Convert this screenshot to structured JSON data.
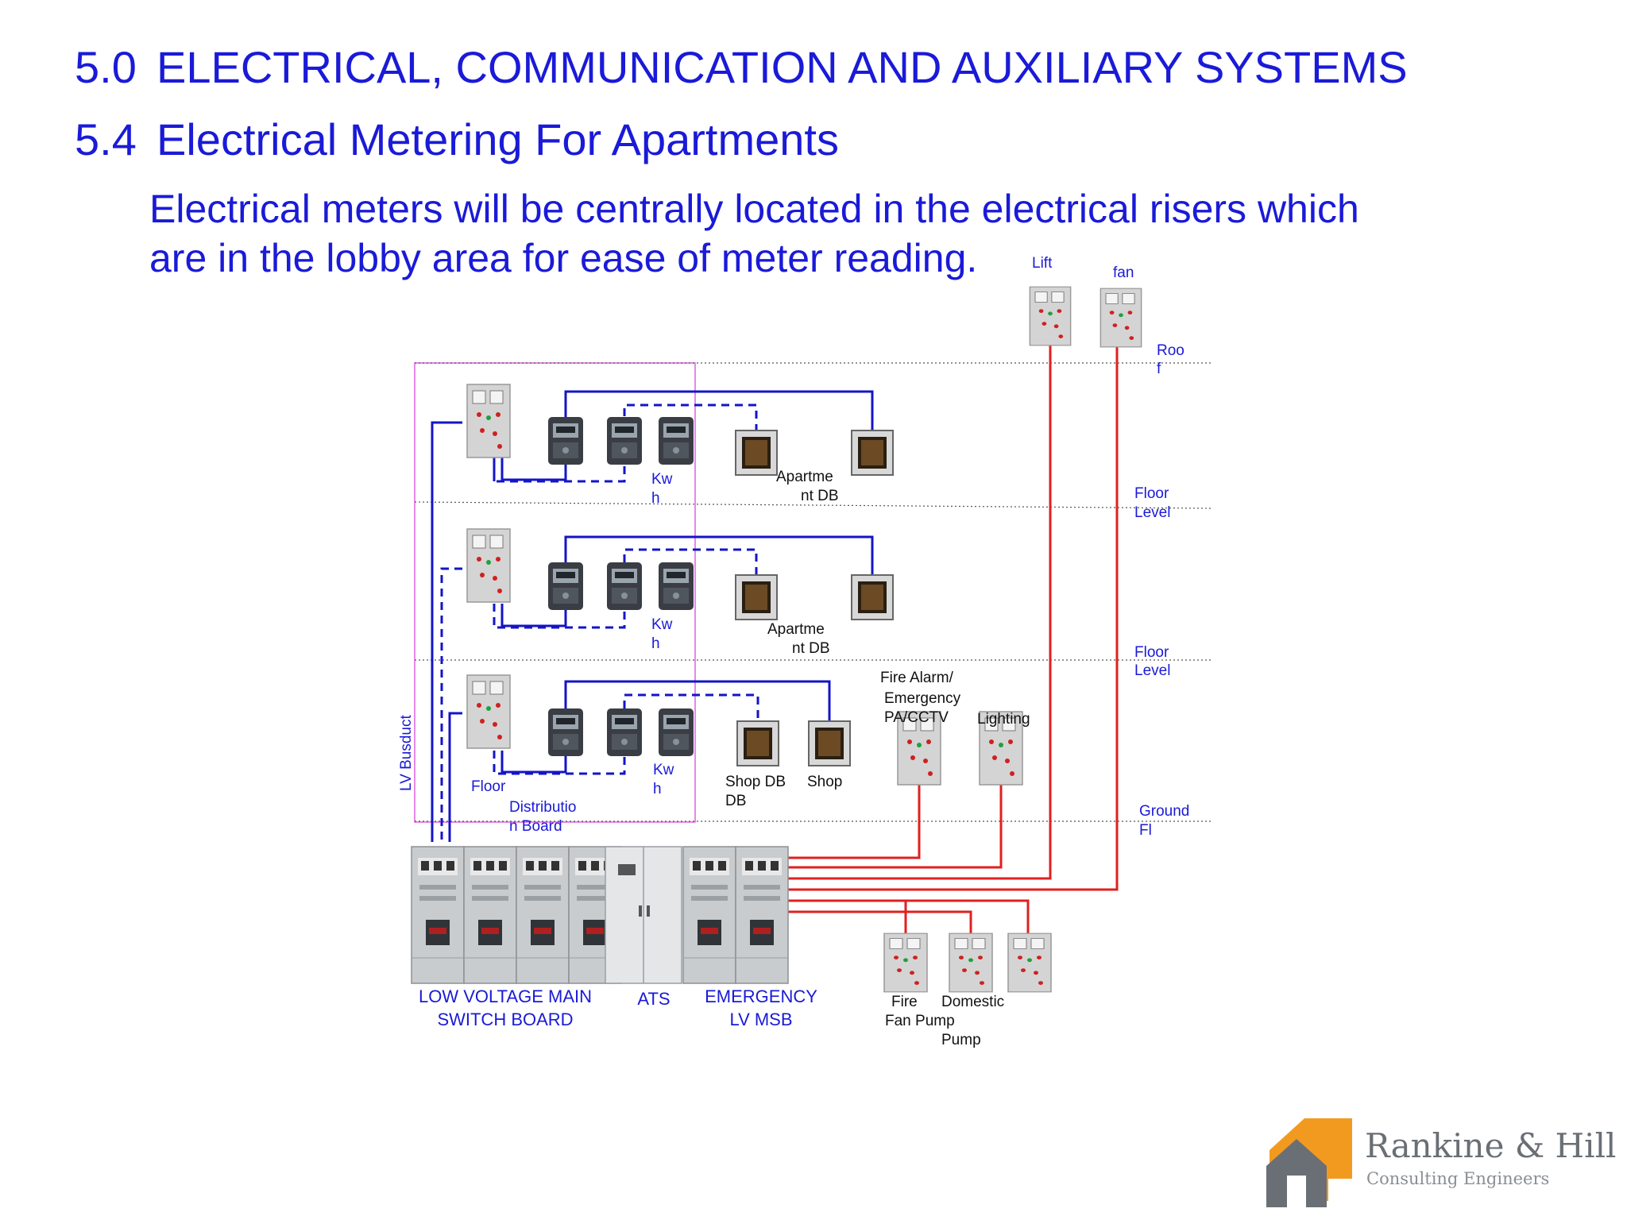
{
  "heading": {
    "number": "5.0",
    "title": "ELECTRICAL, COMMUNICATION AND AUXILIARY SYSTEMS"
  },
  "subheading": {
    "number": "5.4",
    "title": "Electrical Metering For Apartments"
  },
  "paragraph": {
    "line1": "Electrical meters will be centrally located in the electrical risers which",
    "line2": "are in the lobby area for ease of meter reading."
  },
  "labels": {
    "lift": "Lift",
    "fan": "fan",
    "roof_a": "Roo",
    "roof_b": "f",
    "floor_level_1a": "Floor",
    "floor_level_1b": "Level",
    "floor_level_2a": "Floor",
    "floor_level_2b": "Level",
    "ground_a": "Ground",
    "ground_b": "Fl",
    "kwh_a": "Kw",
    "kwh_b": "h",
    "apartment_db_a": "Apartme",
    "apartment_db_b": "nt DB",
    "shop_db_1a": "Shop DB",
    "shop_db_1b": "DB",
    "shop": "Shop",
    "fire_alarm_1": "Fire Alarm/",
    "fire_alarm_2": "Emergency",
    "fire_alarm_3": "PA/CCTV",
    "lighting": "Lighting",
    "lv_busduct": "LV Busduct",
    "floor": "Floor",
    "distribution_a": "Distributio",
    "distribution_b": "n Board",
    "lv_msb_1": "LOW VOLTAGE MAIN",
    "lv_msb_2": "SWITCH BOARD",
    "ats": "ATS",
    "emergency_1": "EMERGENCY",
    "emergency_2": "LV MSB",
    "fire_fan_pump_a": "Fire",
    "fire_fan_pump_b": "Fan Pump",
    "domestic_pump_a": "Domestic",
    "domestic_pump_b": "Pump"
  },
  "logo": {
    "name": "Rankine & Hill",
    "tagline": "Consulting Engineers"
  },
  "colors": {
    "text_blue": "#1a1ad8",
    "wire_blue": "#1414c8",
    "wire_red": "#e02020",
    "busduct_pink": "#e060e0",
    "logo_orange": "#f29a1f",
    "logo_grey": "#6a6f75"
  }
}
